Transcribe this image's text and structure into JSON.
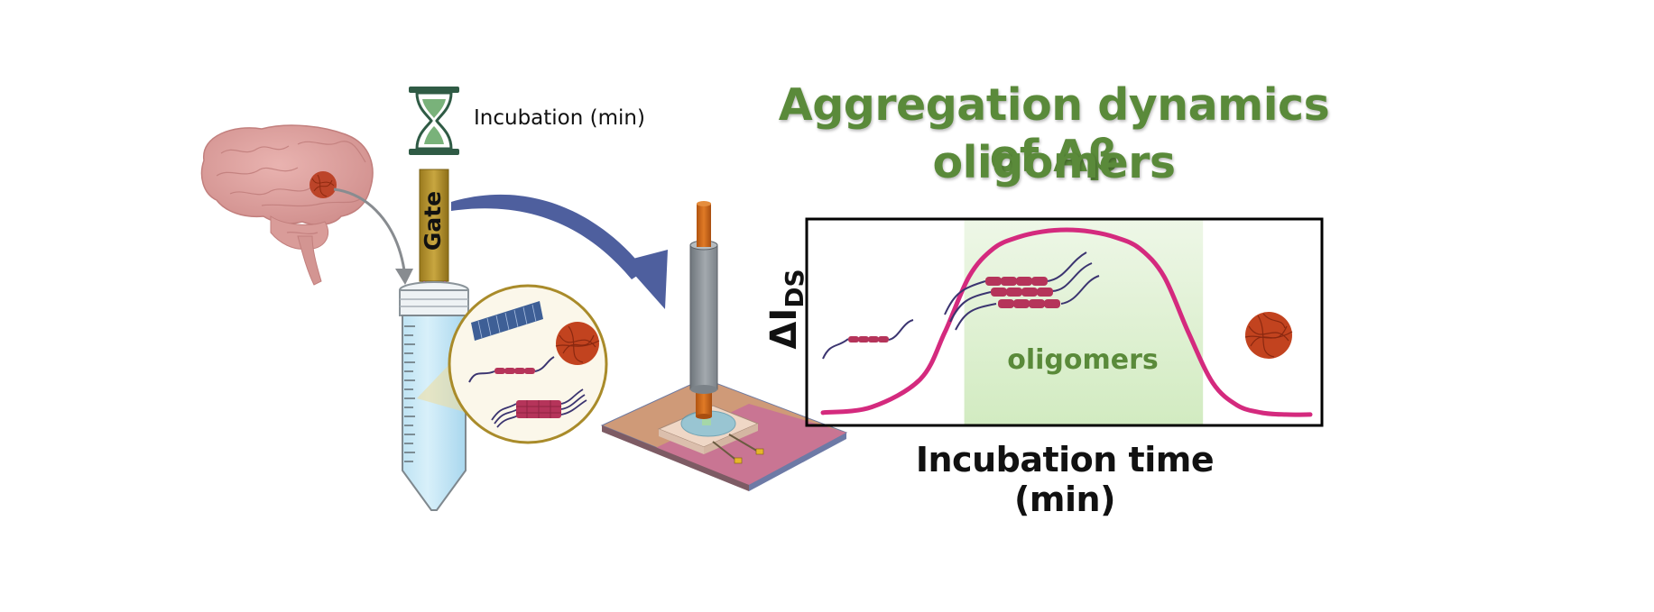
{
  "title": {
    "line1": "Aggregation dynamics of Aβ",
    "line2": "oligomers"
  },
  "timer": {
    "icon": "hourglass-icon",
    "label": "Incubation (min)"
  },
  "gate": {
    "label": "Gate"
  },
  "illustrations": {
    "brain": "brain-with-amyloid-plaque",
    "tube": "sample-tube-with-antibodies",
    "magnifier": "inset-showing-fibrils-monomers-oligomers-aggregates",
    "device": "electrolyte-gated-transistor-sensor",
    "arrows": [
      "plaque-to-tube-arrow",
      "gate-to-device-arrow"
    ]
  },
  "colors": {
    "title_green": "#5a8a3a",
    "curve_magenta": "#d42a7e",
    "band_green": "#e3f2d8",
    "arrow_blue": "#4e5f9e",
    "gate_gold": "#b8962e",
    "peptide_red": "#b5345a",
    "strand_navy": "#2f2f6a",
    "aggregate_red": "#b83a1c"
  },
  "chart_data": {
    "type": "line",
    "title": "",
    "xlabel": "Incubation time (min)",
    "ylabel": "ΔI",
    "ylabel_sub": "DS",
    "x_ticks": [],
    "y_ticks": [],
    "xlim": [
      0,
      1
    ],
    "ylim": [
      0,
      1
    ],
    "grid": false,
    "legend": "none",
    "series": [
      {
        "name": "ΔIDS response",
        "x": [
          0.0,
          0.1,
          0.2,
          0.25,
          0.3,
          0.35,
          0.4,
          0.45,
          0.5,
          0.55,
          0.6,
          0.65,
          0.7,
          0.75,
          0.8,
          0.85,
          0.9,
          0.95,
          1.0
        ],
        "y": [
          0.02,
          0.05,
          0.2,
          0.45,
          0.75,
          0.9,
          0.96,
          0.99,
          1.0,
          0.99,
          0.96,
          0.9,
          0.75,
          0.45,
          0.18,
          0.06,
          0.02,
          0.01,
          0.01
        ]
      }
    ],
    "shaded_regions": [
      {
        "label": "oligomers",
        "x_start": 0.29,
        "x_end": 0.78
      }
    ],
    "annotations": [
      {
        "text": "oligomers",
        "region": "shaded-center"
      },
      {
        "icon": "monomer-icon",
        "region": "left"
      },
      {
        "icon": "oligomer-stack-icon",
        "region": "center-top"
      },
      {
        "icon": "aggregate-icon",
        "region": "right"
      }
    ]
  }
}
